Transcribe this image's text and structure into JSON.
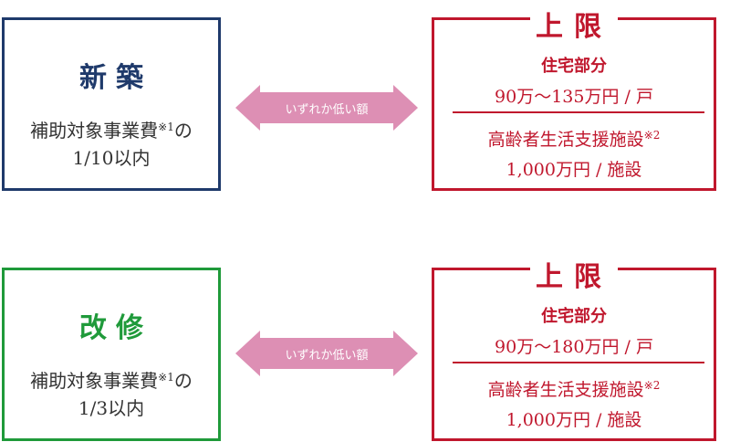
{
  "sections": [
    {
      "title": "新築",
      "desc_line1": "補助対象事業費",
      "desc_note": "※1",
      "desc_line1_suffix": "の",
      "desc_line2": "1/10以内",
      "arrow_label": "いずれか低い額",
      "limit_heading": "上限",
      "housing_label": "住宅部分",
      "housing_value": "90万～135万円 / 戸",
      "facility_label": "高齢者生活支援施設",
      "facility_note": "※2",
      "facility_value": "1,000万円 / 施設"
    },
    {
      "title": "改修",
      "desc_line1": "補助対象事業費",
      "desc_note": "※1",
      "desc_line1_suffix": "の",
      "desc_line2": "1/3以内",
      "arrow_label": "いずれか低い額",
      "limit_heading": "上限",
      "housing_label": "住宅部分",
      "housing_value": "90万～180万円 / 戸",
      "facility_label": "高齢者生活支援施設",
      "facility_note": "※2",
      "facility_value": "1,000万円 / 施設"
    }
  ],
  "colors": {
    "new_border": "#1f3a6b",
    "renovation_border": "#1f9a3a",
    "limit_red": "#c0172d",
    "arrow_pink": "#dd8fb4"
  }
}
